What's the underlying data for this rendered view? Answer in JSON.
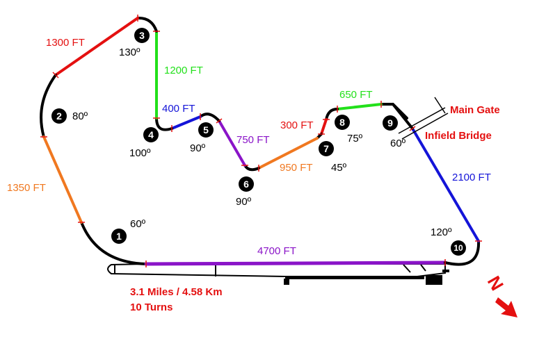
{
  "colors": {
    "red": "#e41010",
    "green": "#22e01a",
    "blue": "#1414d8",
    "orange": "#f07820",
    "purple": "#8a14c8",
    "black": "#000000"
  },
  "segments": [
    {
      "label": "1300 FT",
      "color": "red"
    },
    {
      "label": "1200 FT",
      "color": "green"
    },
    {
      "label": "400 FT",
      "color": "blue"
    },
    {
      "label": "750 FT",
      "color": "purple"
    },
    {
      "label": "950 FT",
      "color": "orange"
    },
    {
      "label": "300 FT",
      "color": "red"
    },
    {
      "label": "650 FT",
      "color": "green"
    },
    {
      "label": "2100 FT",
      "color": "blue"
    },
    {
      "label": "4700 FT",
      "color": "purple"
    },
    {
      "label": "1350 FT",
      "color": "orange"
    }
  ],
  "turns": [
    {
      "number": "1",
      "angle": "60º"
    },
    {
      "number": "2",
      "angle": "80º"
    },
    {
      "number": "3",
      "angle": "130º"
    },
    {
      "number": "4",
      "angle": "100º"
    },
    {
      "number": "5",
      "angle": "90º"
    },
    {
      "number": "6",
      "angle": "90º"
    },
    {
      "number": "7",
      "angle": "45º"
    },
    {
      "number": "8",
      "angle": "75º"
    },
    {
      "number": "9",
      "angle": "60º"
    },
    {
      "number": "10",
      "angle": "120º"
    }
  ],
  "landmarks": {
    "main_gate": "Main Gate",
    "infield_bridge": "Infield Bridge"
  },
  "info": {
    "length": "3.1 Miles / 4.58 Km",
    "turns": "10 Turns"
  },
  "compass": {
    "letter": "N"
  }
}
